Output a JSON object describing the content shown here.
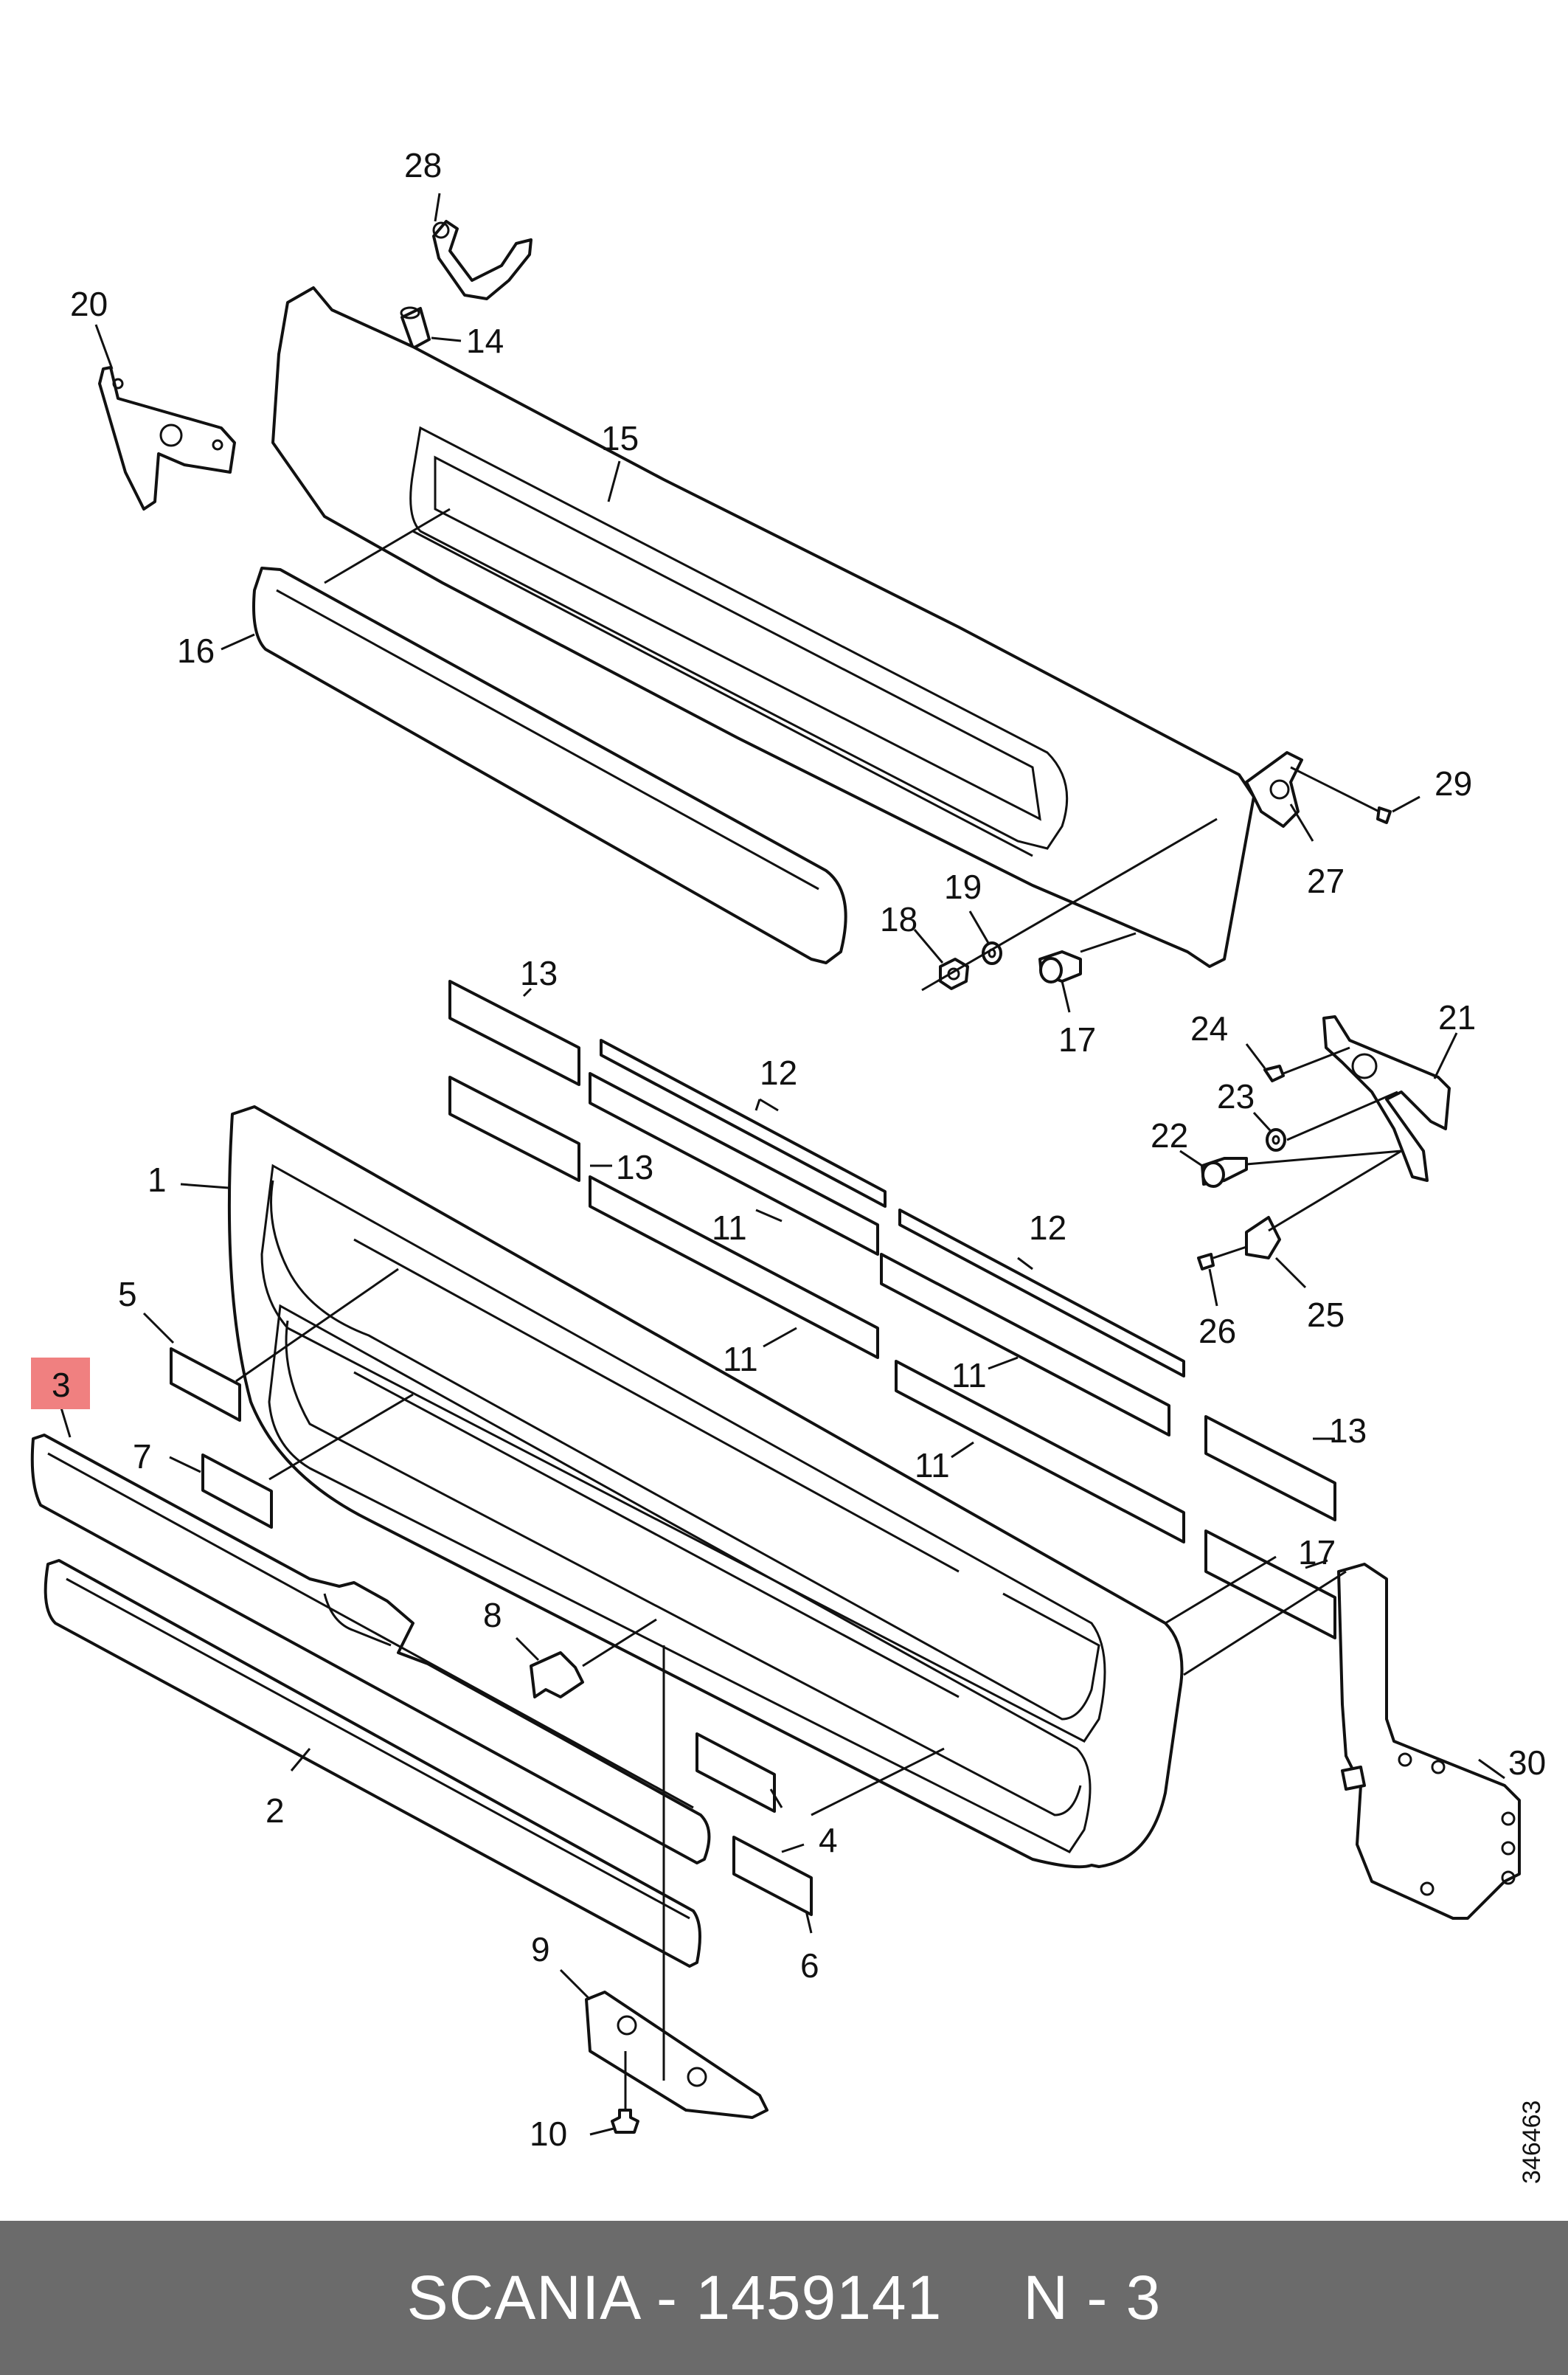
{
  "callouts": {
    "n1": "1",
    "n2": "2",
    "n3": "3",
    "n4": "4",
    "n5": "5",
    "n6": "6",
    "n7": "7",
    "n8": "8",
    "n9": "9",
    "n10": "10",
    "n11": "11",
    "n12": "12",
    "n13": "13",
    "n14": "14",
    "n15": "15",
    "n16": "16",
    "n17": "17",
    "n18": "18",
    "n19": "19",
    "n20": "20",
    "n21": "21",
    "n22": "22",
    "n23": "23",
    "n24": "24",
    "n25": "25",
    "n26": "26",
    "n27": "27",
    "n28": "28",
    "n29": "29",
    "n30": "30"
  },
  "highlighted_callout": "3",
  "highlight_color": "#f08080",
  "drawing_number": "346463",
  "footer": {
    "part_label": "SCANIA - 1459141",
    "position_label": "N - 3"
  },
  "colors": {
    "footer_bg": "#6b6b6b",
    "footer_text": "#ffffff",
    "line": "#111111"
  }
}
